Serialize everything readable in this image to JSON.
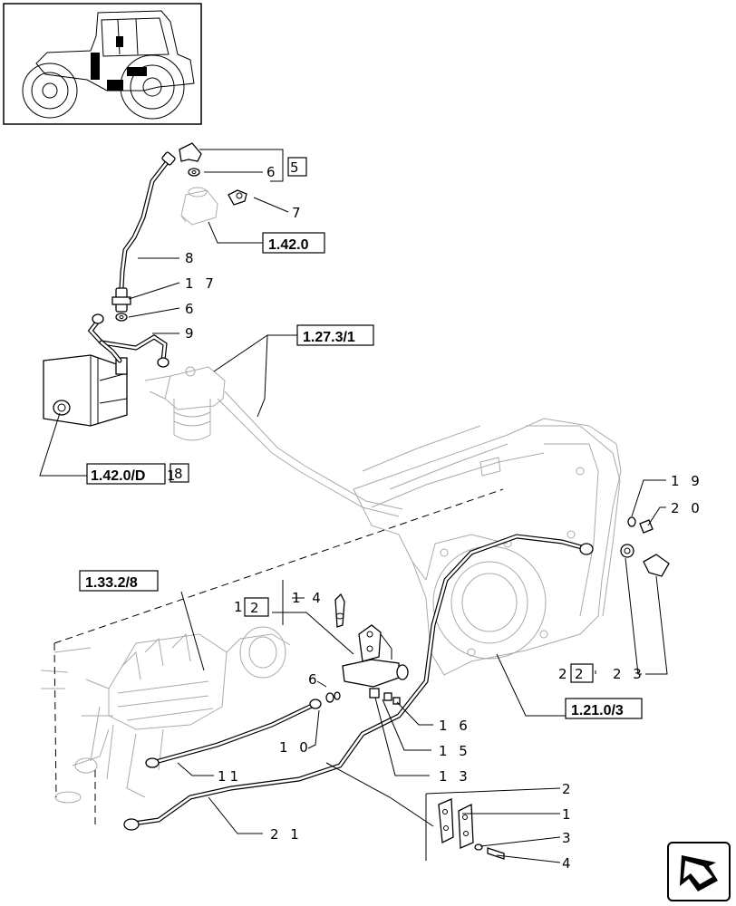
{
  "labels": {
    "l6a": "6",
    "l5": "5",
    "l7": "7",
    "l8": "8",
    "l17": "1 7",
    "l6b": "6",
    "l9": "9",
    "l19": "1 9",
    "l20": "2 0",
    "l12": "2",
    "l12pre": "1",
    "l14": "1 4",
    "l22": "2",
    "l22pre": "2",
    "l23": "2 3",
    "l6c": "6",
    "l16": "1 6",
    "l15": "1 5",
    "l10": "1 0",
    "l13": "1 3",
    "l11": "11",
    "l21": "2 1",
    "l2": "2",
    "l1": "1",
    "l3": "3",
    "l4": "4",
    "l18": "8",
    "l18pre": "1"
  },
  "refs": {
    "r1420": "1.42.0",
    "r1273": "1.27.3/1",
    "r1420d": "1.42.0/D",
    "r1332": "1.33.2/8",
    "r1210": "1.21.0/3"
  },
  "icons": {
    "thumbnail": "tractor-thumbnail-icon",
    "nav": "page-navigation-arrow-icon"
  }
}
